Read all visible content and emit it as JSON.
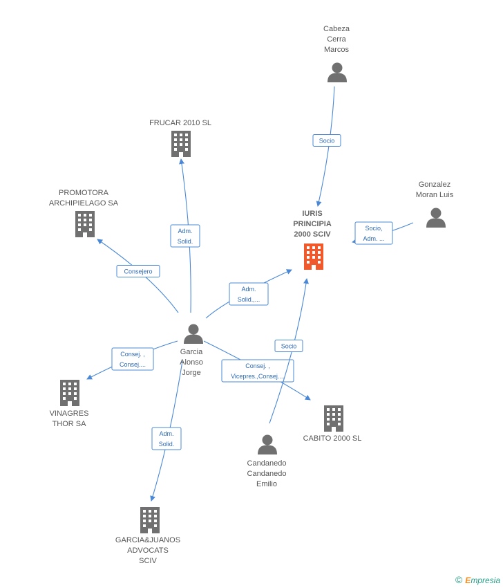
{
  "colors": {
    "edge": "#4a88d6",
    "edge_text": "#2c68b3",
    "node_icon": "#707070",
    "focus_icon": "#f0592b",
    "label": "#555555"
  },
  "nodes": [
    {
      "id": "iuris",
      "type": "company",
      "focus": true,
      "label": [
        "IURIS",
        "PRINCIPIA",
        "2000 SCIV"
      ]
    },
    {
      "id": "cabeza",
      "type": "person",
      "label": [
        "Cabeza",
        "Cerra",
        "Marcos"
      ]
    },
    {
      "id": "frucar",
      "type": "company",
      "label": [
        "FRUCAR 2010 SL"
      ]
    },
    {
      "id": "promotora",
      "type": "company",
      "label": [
        "PROMOTORA",
        "ARCHIPIELAGO SA"
      ]
    },
    {
      "id": "gonzalez",
      "type": "person",
      "label": [
        "Gonzalez",
        "Moran Luis"
      ]
    },
    {
      "id": "garcia",
      "type": "person",
      "label": [
        "Garcia",
        "Alonso",
        "Jorge"
      ]
    },
    {
      "id": "vinagres",
      "type": "company",
      "label": [
        "VINAGRES",
        "THOR SA"
      ]
    },
    {
      "id": "cabito",
      "type": "company",
      "label": [
        "CABITO 2000 SL"
      ]
    },
    {
      "id": "candanedo",
      "type": "person",
      "label": [
        "Candanedo",
        "Candanedo",
        "Emilio"
      ]
    },
    {
      "id": "garciajuanos",
      "type": "company",
      "label": [
        "GARCIA&JUANOS",
        "ADVOCATS",
        "SCIV"
      ]
    }
  ],
  "edges": [
    {
      "id": "cabeza-iuris",
      "label": [
        "Socio"
      ]
    },
    {
      "id": "gonzalez-iuris",
      "label": [
        "Socio,",
        "Adm. ..."
      ]
    },
    {
      "id": "garcia-frucar",
      "label": [
        "Adm.",
        "Solid."
      ]
    },
    {
      "id": "garcia-promotora",
      "label": [
        "Consejero"
      ]
    },
    {
      "id": "garcia-iuris",
      "label": [
        "Adm.",
        "Solid.,..."
      ]
    },
    {
      "id": "garcia-vinagres",
      "label": [
        "Consej. ,",
        "Consej...."
      ]
    },
    {
      "id": "garcia-cabito",
      "label": [
        "Consej. ,",
        "Vicepres.,Consej...."
      ]
    },
    {
      "id": "candanedo-iuris",
      "label": [
        "Socio"
      ]
    },
    {
      "id": "garcia-garciajuanos",
      "label": [
        "Adm.",
        "Solid."
      ]
    }
  ],
  "watermark": {
    "copyright": "©",
    "brand_first": "E",
    "brand_rest": "mpresia"
  }
}
